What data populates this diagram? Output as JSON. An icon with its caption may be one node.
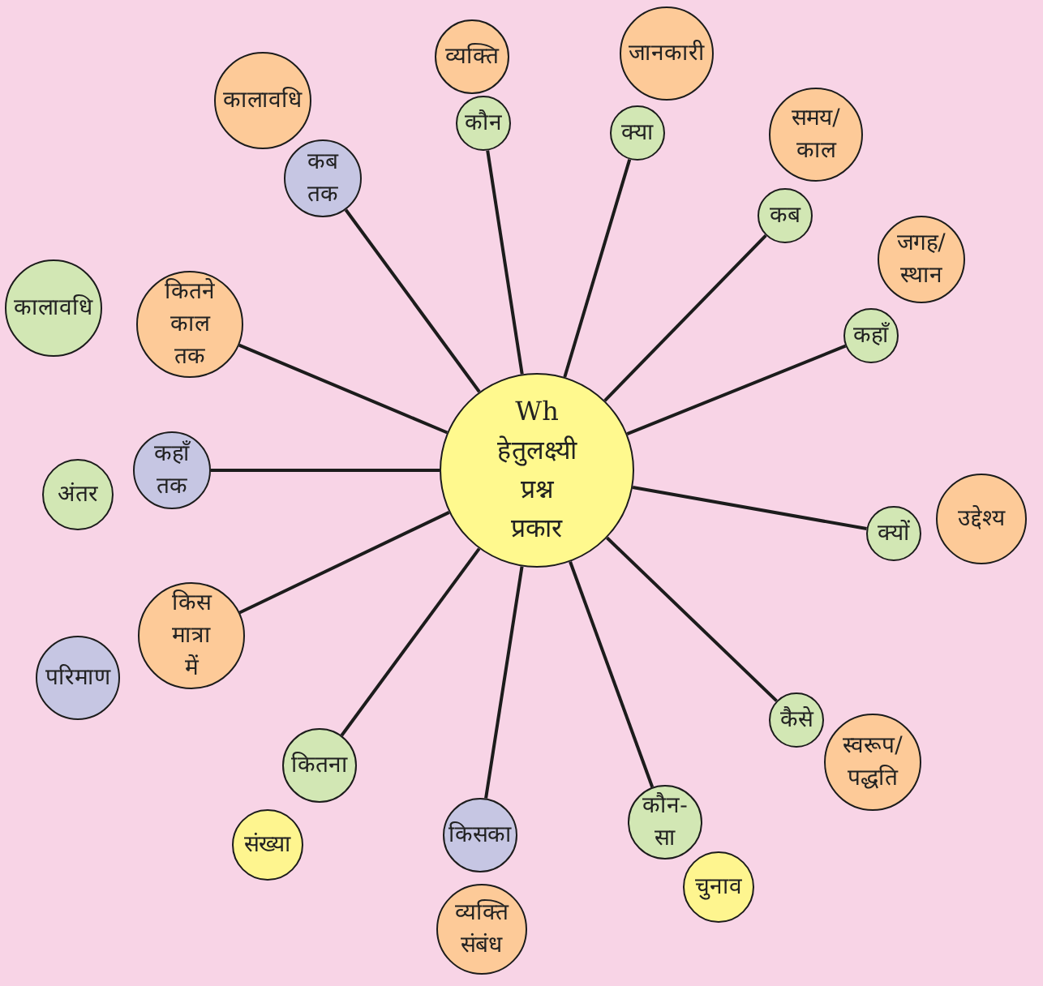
{
  "diagram": {
    "nodes": [
      {
        "text": [
          "Wh हेतुलक्ष्यी प्रश्न प्रकार"
        ]
      },
      {
        "text": [
          "कौन"
        ]
      },
      {
        "text": [
          "व्यक्ति"
        ]
      },
      {
        "text": [
          "क्या"
        ]
      },
      {
        "text": [
          "जानकारी"
        ]
      },
      {
        "text": [
          "कब"
        ]
      },
      {
        "text": [
          "समय/ काल"
        ]
      },
      {
        "text": [
          "कहाँ"
        ]
      },
      {
        "text": [
          "जगह/ स्थान"
        ]
      },
      {
        "text": [
          "क्यों"
        ]
      },
      {
        "text": [
          "उद्देश्य"
        ]
      },
      {
        "text": [
          "कैसे"
        ]
      },
      {
        "text": [
          "स्वरूप/ पद्धति"
        ]
      },
      {
        "text": [
          "कौन-सा"
        ]
      },
      {
        "text": [
          "चुनाव"
        ]
      },
      {
        "text": [
          "किसका"
        ]
      },
      {
        "text": [
          "व्यक्ति संबंध"
        ]
      },
      {
        "text": [
          "कितना"
        ]
      },
      {
        "text": [
          "संख्या"
        ]
      },
      {
        "text": [
          "किस मात्रा में"
        ]
      },
      {
        "text": [
          "परिमाण"
        ]
      },
      {
        "text": [
          "कहाँ तक"
        ]
      },
      {
        "text": [
          "अंतर"
        ]
      },
      {
        "text": [
          "कितने काल तक"
        ]
      },
      {
        "text": [
          "कालावधि"
        ]
      },
      {
        "text": [
          "कब तक"
        ]
      },
      {
        "text": [
          "कालावधि"
        ]
      }
    ],
    "edges": [
      {
        "from": 0,
        "to": 1,
        "arrow": "none"
      },
      {
        "from": 0,
        "to": 3,
        "arrow": "none"
      },
      {
        "from": 0,
        "to": 5,
        "arrow": "none"
      },
      {
        "from": 0,
        "to": 7,
        "arrow": "none"
      },
      {
        "from": 0,
        "to": 9,
        "arrow": "none"
      },
      {
        "from": 0,
        "to": 11,
        "arrow": "none"
      },
      {
        "from": 0,
        "to": 13,
        "arrow": "none"
      },
      {
        "from": 0,
        "to": 15,
        "arrow": "none"
      },
      {
        "from": 0,
        "to": 17,
        "arrow": "none"
      },
      {
        "from": 0,
        "to": 19,
        "arrow": "none"
      },
      {
        "from": 0,
        "to": 21,
        "arrow": "none"
      },
      {
        "from": 0,
        "to": 23,
        "arrow": "none"
      },
      {
        "from": 0,
        "to": 25,
        "arrow": "none"
      }
    ]
  }
}
